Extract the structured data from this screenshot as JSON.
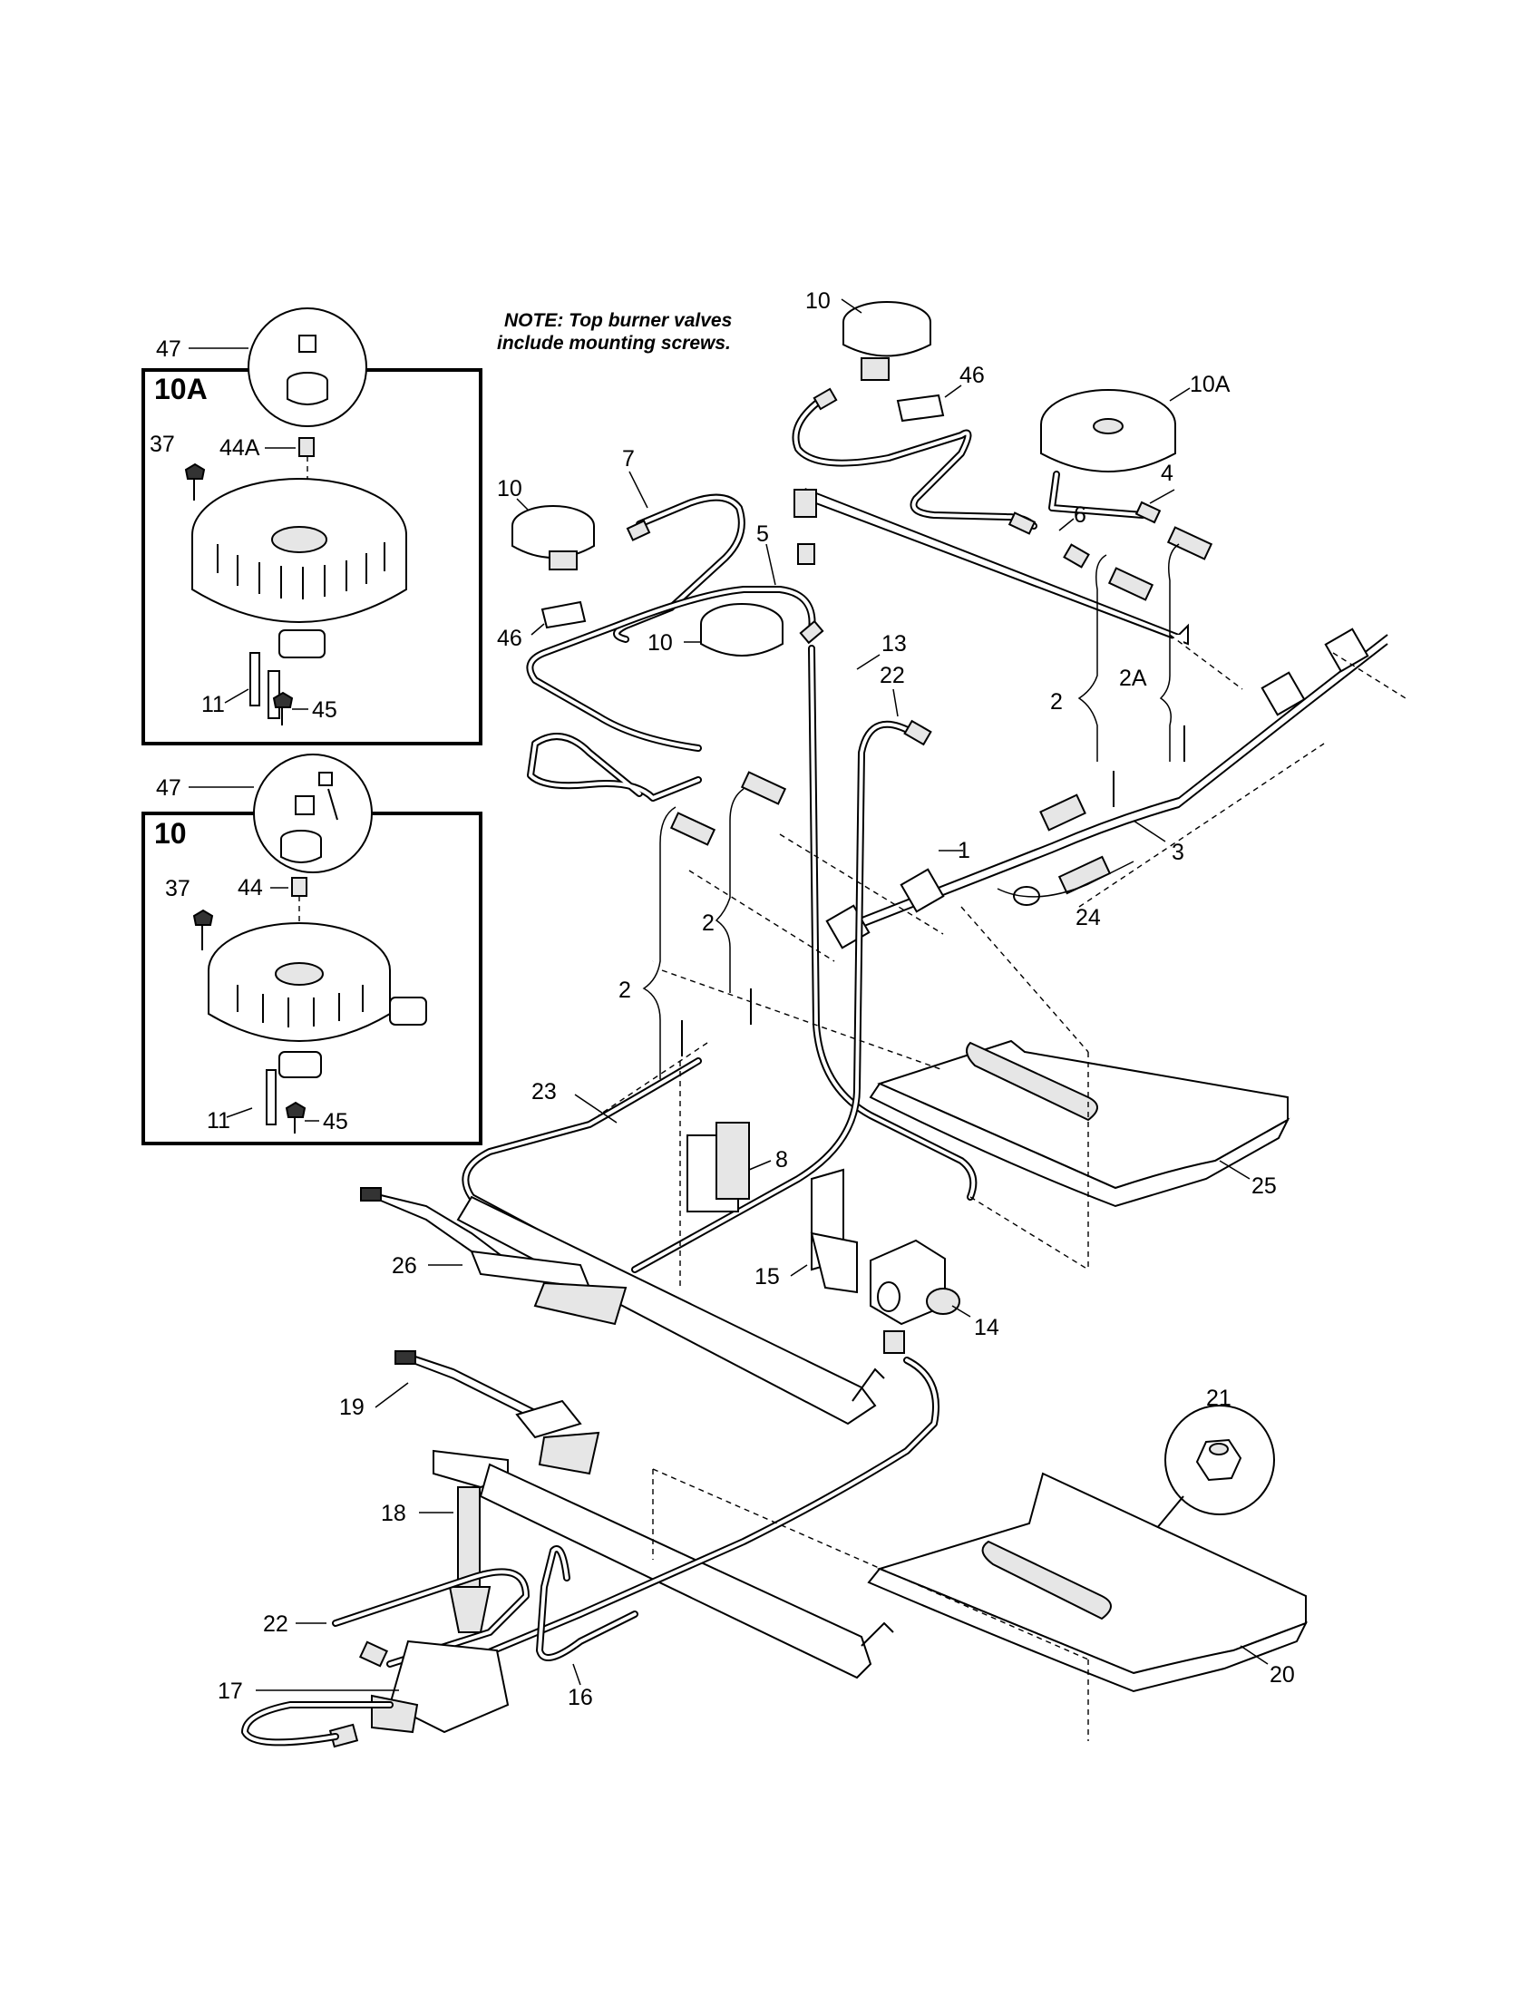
{
  "note": {
    "line1": "NOTE: Top burner valves",
    "line2": "include mounting screws."
  },
  "insets": {
    "inset_10a": {
      "title": "10A",
      "callouts": {
        "c47": "47",
        "c37": "37",
        "c44a": "44A",
        "c11": "11",
        "c45": "45"
      }
    },
    "inset_10": {
      "title": "10",
      "callouts": {
        "c47": "47",
        "c37": "37",
        "c44": "44",
        "c11": "11",
        "c45": "45"
      }
    }
  },
  "callouts": {
    "c10_top": "10",
    "c46_top": "46",
    "c10a_right": "10A",
    "c4": "4",
    "c7": "7",
    "c6": "6",
    "c10_left": "10",
    "c5": "5",
    "c46_left": "46",
    "c10_mid": "10",
    "c13": "13",
    "c22_top": "22",
    "c2_right": "2",
    "c2a": "2A",
    "c1": "1",
    "c3": "3",
    "c2_mid": "2",
    "c2_left": "2",
    "c24": "24",
    "c23": "23",
    "c8": "8",
    "c25": "25",
    "c26": "26",
    "c15": "15",
    "c14": "14",
    "c19": "19",
    "c21": "21",
    "c18": "18",
    "c22_bottom": "22",
    "c17": "17",
    "c16": "16",
    "c20": "20"
  }
}
